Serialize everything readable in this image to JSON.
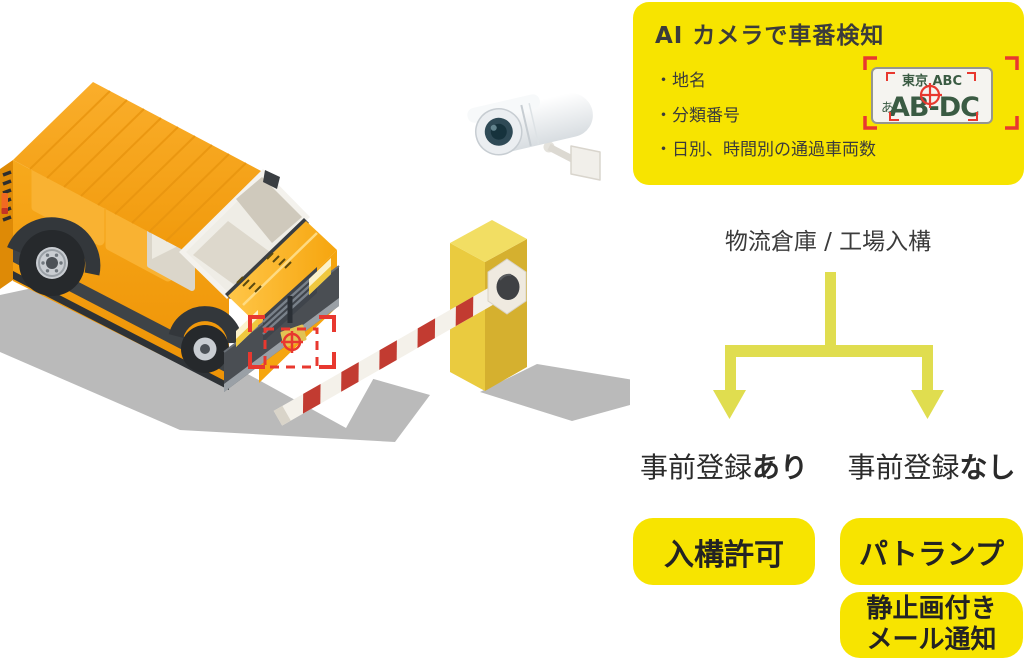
{
  "info_panel": {
    "title": "AI カメラで車番検知",
    "bullets": [
      "・地名",
      "・分類番号",
      "・日別、時間別の通過車両数"
    ],
    "license_plate": {
      "region": "東京 ABC",
      "kana": "あ",
      "number": "AB-DC"
    }
  },
  "flowchart": {
    "root_label": "物流倉庫 / 工場入構",
    "left_branch": {
      "condition_prefix": "事前登録",
      "condition_suffix": "あり",
      "action": "入構許可"
    },
    "right_branch": {
      "condition_prefix": "事前登録",
      "condition_suffix": "なし",
      "action_1": "パトランプ",
      "action_2_line1": "静止画付き",
      "action_2_line2": "メール通知"
    }
  },
  "scene": {
    "van_icon": "orange-delivery-van",
    "camera_icon": "surveillance-camera",
    "barrier_icon": "boom-barrier-gate",
    "beam_icon": "detection-beam",
    "target_icon": "plate-detection-target"
  },
  "colors": {
    "panel_yellow": "#F7E400",
    "connector_yellow": "#E0DD4F",
    "detection_red": "#E8382F",
    "plate_green": "#3A5B43",
    "text_dark": "#3B3B3B",
    "van_orange": "#F5A50F"
  }
}
